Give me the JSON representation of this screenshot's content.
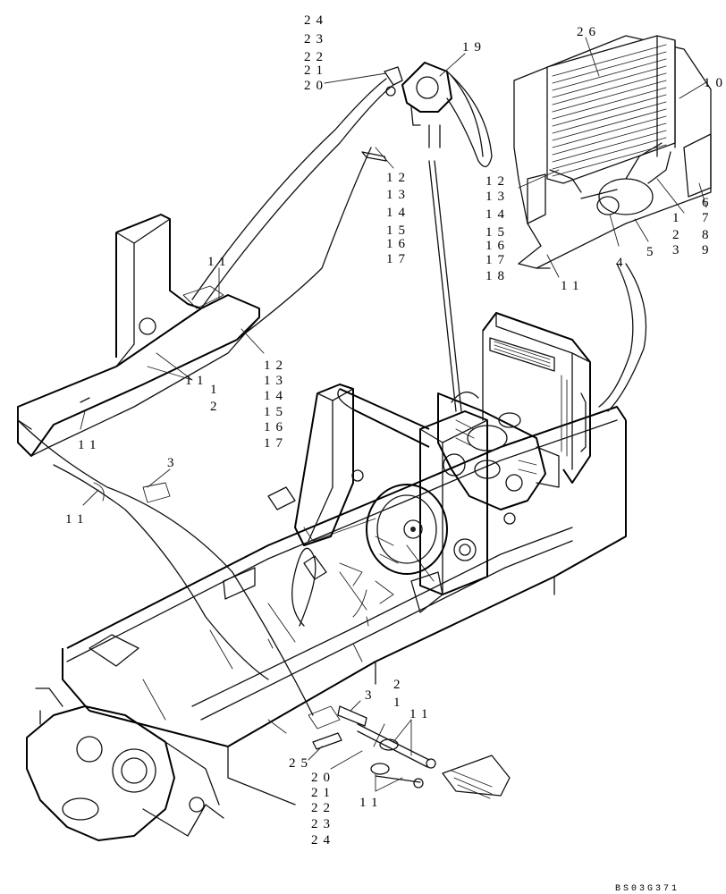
{
  "reference_code": "BS03G371",
  "callouts": {
    "top_stack": [
      "24",
      "23",
      "22",
      "21",
      "20"
    ],
    "part_19": "19",
    "part_26": "26",
    "part_10": "10",
    "center_stack": [
      "12",
      "13",
      "14",
      "15",
      "16",
      "17"
    ],
    "right_stack": [
      "12",
      "13",
      "14",
      "15",
      "16",
      "17",
      "18"
    ],
    "right_pair": [
      "1",
      "2",
      "3"
    ],
    "right_col": [
      "6",
      "7",
      "8",
      "9"
    ],
    "part_4": "4",
    "part_5": "5",
    "right_11": "11",
    "left_11_top": "11",
    "left_11_mid": "11",
    "left_pair": [
      "1",
      "2"
    ],
    "left_stack": [
      "12",
      "13",
      "14",
      "15",
      "16",
      "17"
    ],
    "left_11_bottom": "11",
    "part_3_left": "3",
    "left_11_clip": "11",
    "bottom_2_1": [
      "2",
      "1"
    ],
    "bottom_3": "3",
    "bottom_11_top": "11",
    "bottom_25": "25",
    "bottom_stack": [
      "20",
      "21",
      "22",
      "23",
      "24"
    ],
    "bottom_11_low": "11"
  }
}
